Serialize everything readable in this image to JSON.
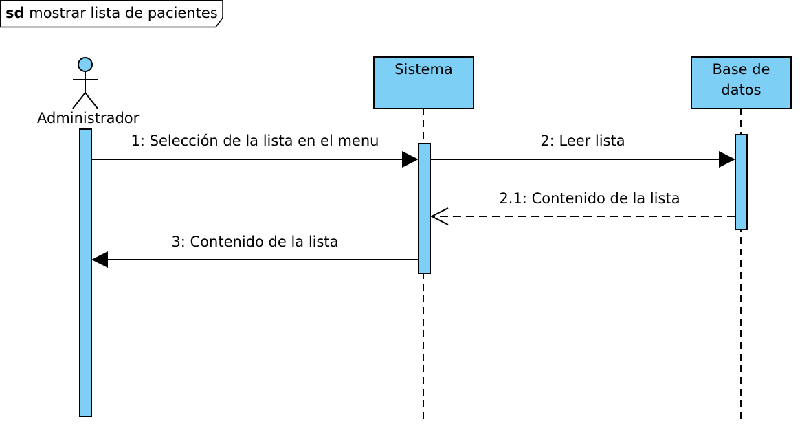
{
  "frame": {
    "keyword": "sd",
    "name": "mostrar lista de pacientes"
  },
  "participants": [
    {
      "id": "admin",
      "kind": "actor",
      "label": "Administrador"
    },
    {
      "id": "sistema",
      "kind": "lifeline",
      "label": "Sistema"
    },
    {
      "id": "bd",
      "kind": "lifeline",
      "label": "Base de\ndatos"
    }
  ],
  "messages": [
    {
      "label": "1: Selección de la lista en el menu",
      "from": "admin",
      "to": "sistema",
      "type": "sync"
    },
    {
      "label": "2: Leer lista",
      "from": "sistema",
      "to": "bd",
      "type": "sync"
    },
    {
      "label": "2.1: Contenido de la lista",
      "from": "bd",
      "to": "sistema",
      "type": "return"
    },
    {
      "label": "3: Contenido de la lista",
      "from": "sistema",
      "to": "admin",
      "type": "sync"
    }
  ],
  "colors": {
    "fill": "#7dcff5",
    "stroke": "#000000",
    "background": "#ffffff"
  }
}
